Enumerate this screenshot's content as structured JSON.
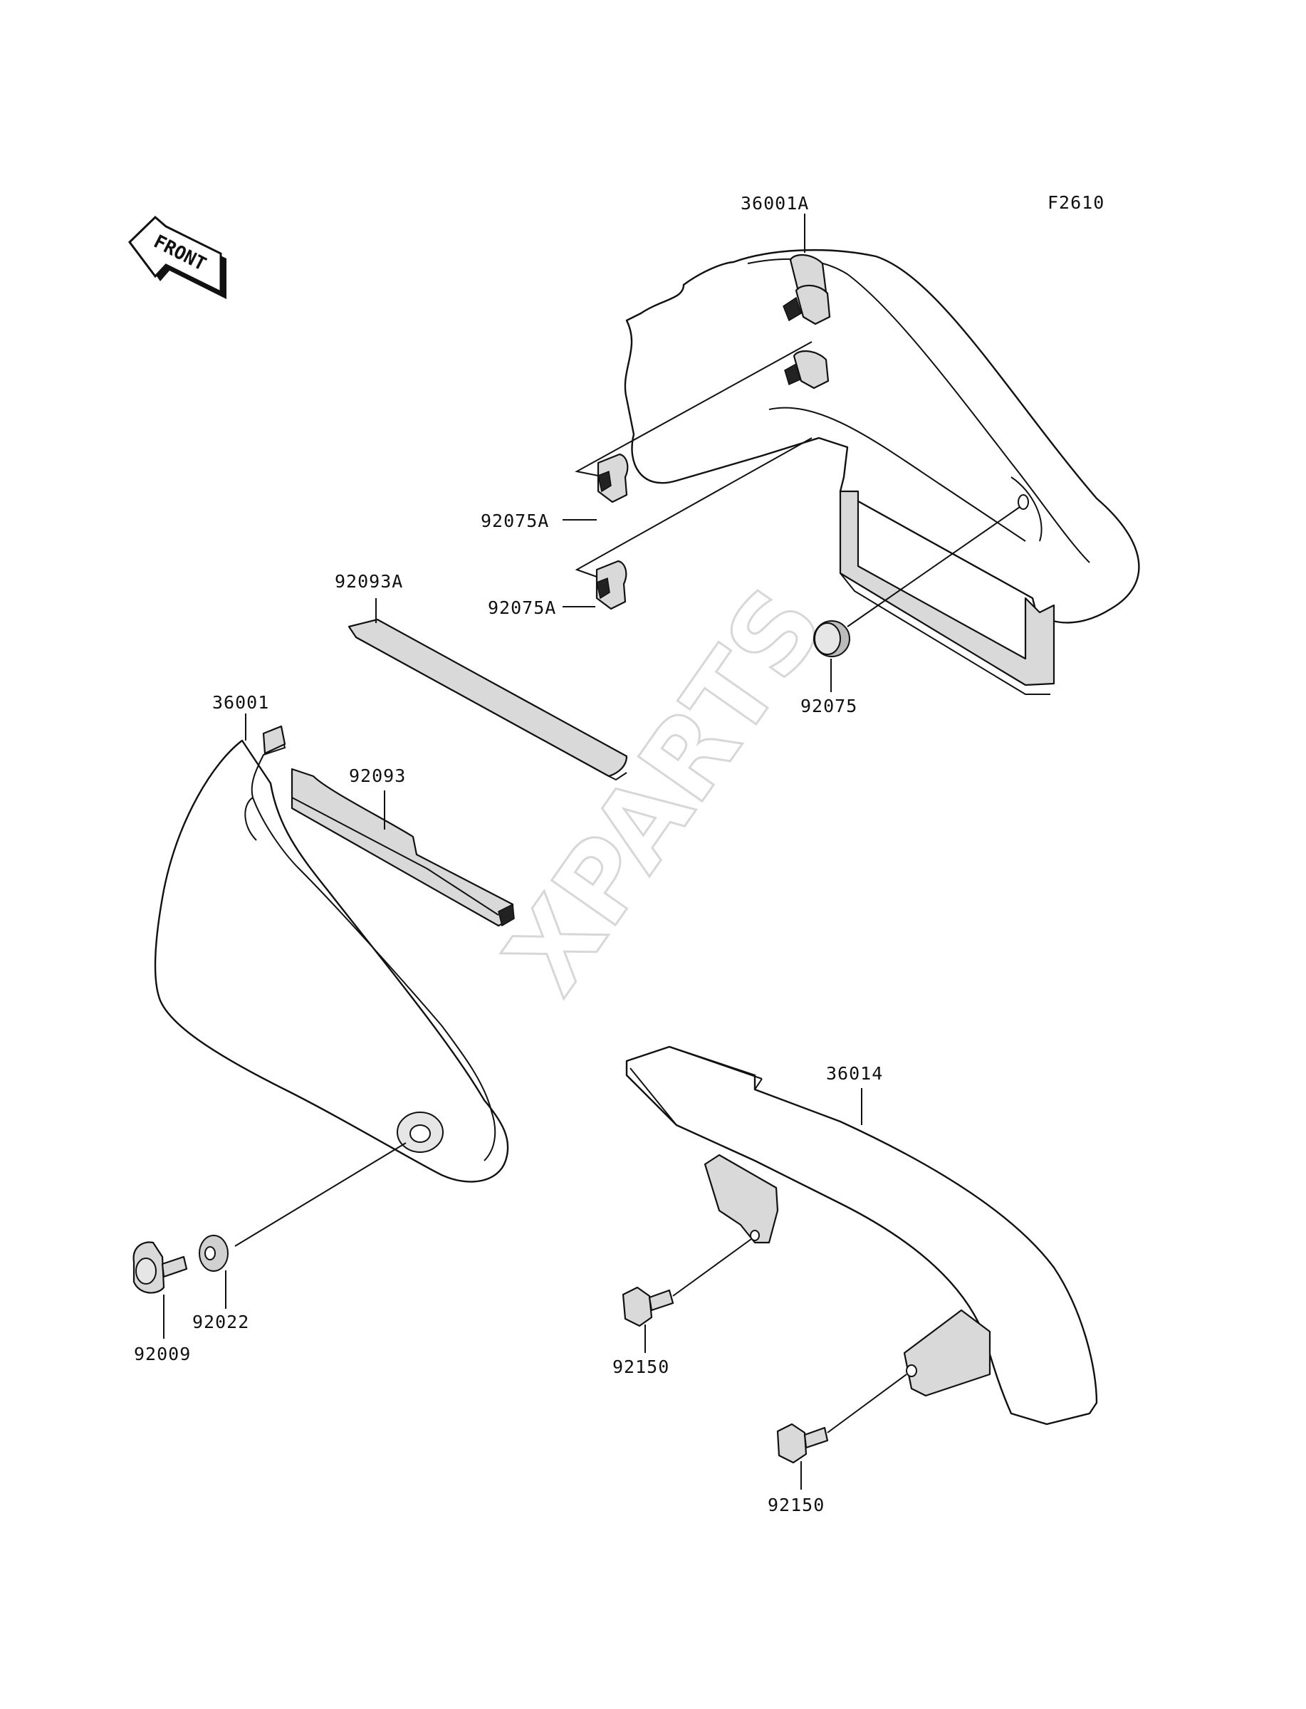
{
  "diagram_code": "F2610",
  "front_indicator": "FRONT",
  "watermark": "XPARTS",
  "parts": [
    {
      "id": "p36001A",
      "label": "36001A"
    },
    {
      "id": "p92075A_1",
      "label": "92075A"
    },
    {
      "id": "p92075A_2",
      "label": "92075A"
    },
    {
      "id": "p92093A",
      "label": "92093A"
    },
    {
      "id": "p92075",
      "label": "92075"
    },
    {
      "id": "p36001",
      "label": "36001"
    },
    {
      "id": "p92093",
      "label": "92093"
    },
    {
      "id": "p36014",
      "label": "36014"
    },
    {
      "id": "p92022",
      "label": "92022"
    },
    {
      "id": "p92009",
      "label": "92009"
    },
    {
      "id": "p92150_1",
      "label": "92150"
    },
    {
      "id": "p92150_2",
      "label": "92150"
    }
  ]
}
